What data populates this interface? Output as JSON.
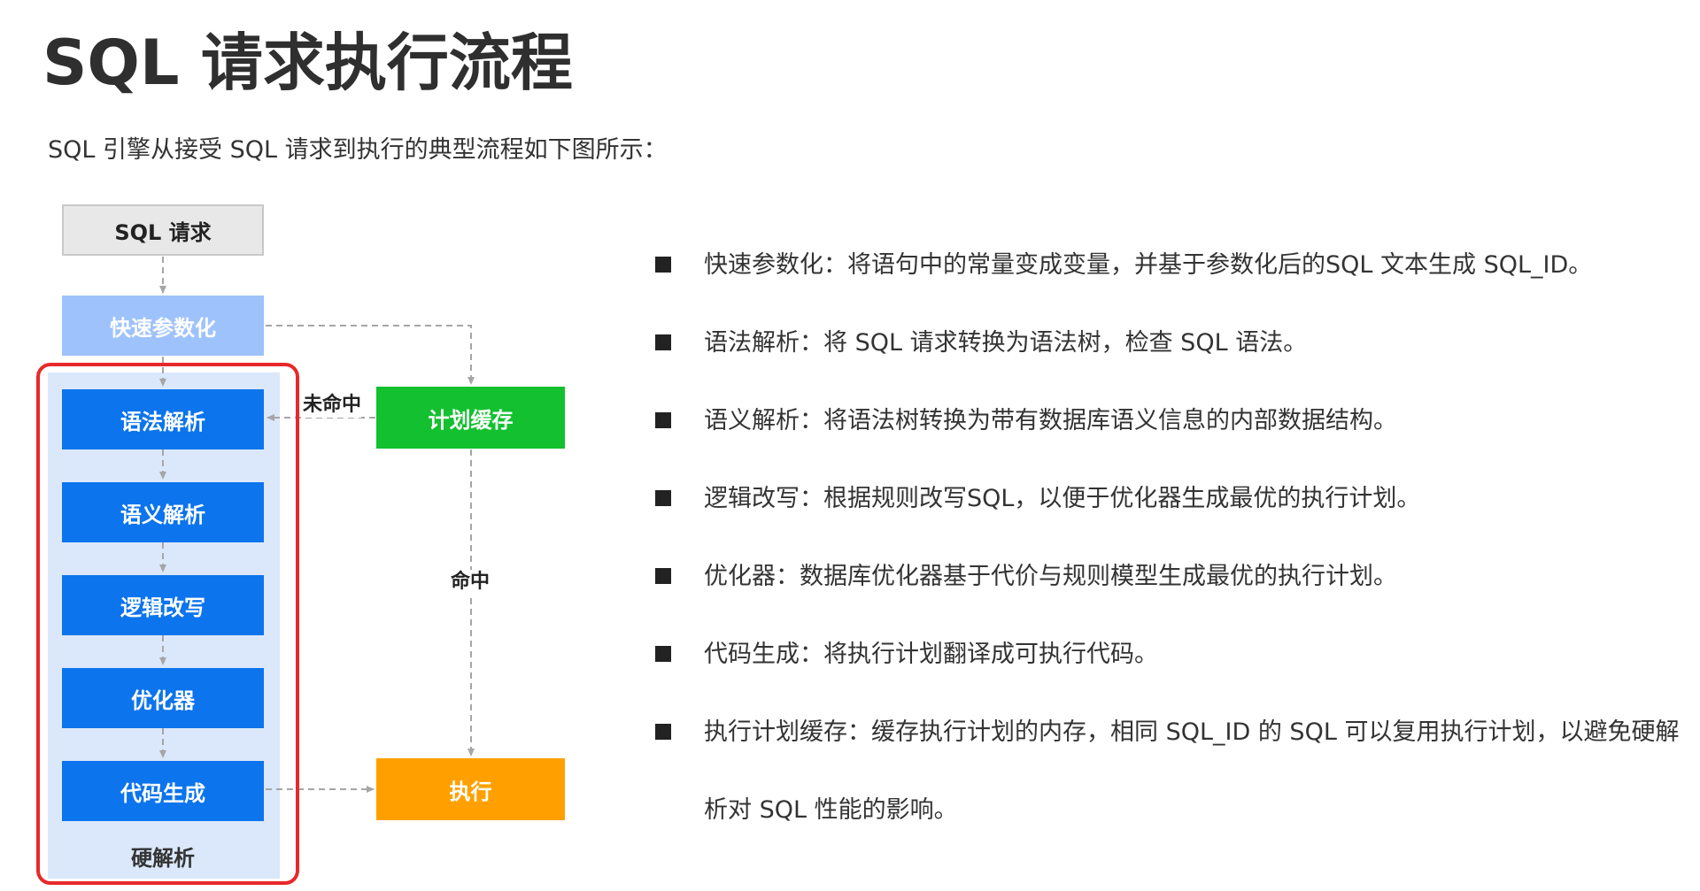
{
  "title": "SQL 请求执行流程",
  "subtitle": "SQL 引擎从接受 SQL 请求到执行的典型流程如下图所示：",
  "diagram": {
    "request": "SQL 请求",
    "fast_param": "快速参数化",
    "syntax": "语法解析",
    "semantic": "语义解析",
    "rewrite": "逻辑改写",
    "optimizer": "优化器",
    "codegen": "代码生成",
    "plan_cache": "计划缓存",
    "execute": "执行",
    "miss_label": "未命中",
    "hit_label": "命中",
    "hard_parse_label": "硬解析",
    "colors": {
      "request_fill": "#e8e8e8",
      "param_fill": "#9ec2fb",
      "stage_fill": "#0c74ec",
      "cache_fill": "#13c02f",
      "execute_fill": "#ffa000",
      "hard_parse_bg": "#dbe8fb",
      "hard_parse_border": "#e8282b",
      "line": "#a6a6a6"
    }
  },
  "bullets": [
    "快速参数化：将语句中的常量变成变量，并基于参数化后的SQL 文本生成 SQL_ID。",
    "语法解析：将 SQL 请求转换为语法树，检查 SQL 语法。",
    "语义解析：将语法树转换为带有数据库语义信息的内部数据结构。",
    "逻辑改写：根据规则改写SQL，以便于优化器生成最优的执行计划。",
    "优化器：数据库优化器基于代价与规则模型生成最优的执行计划。",
    "代码生成：将执行计划翻译成可执行代码。",
    "执行计划缓存：缓存执行计划的内存，相同 SQL_ID 的 SQL 可以复用执行计划，以避免硬解析对 SQL 性能的影响。"
  ]
}
